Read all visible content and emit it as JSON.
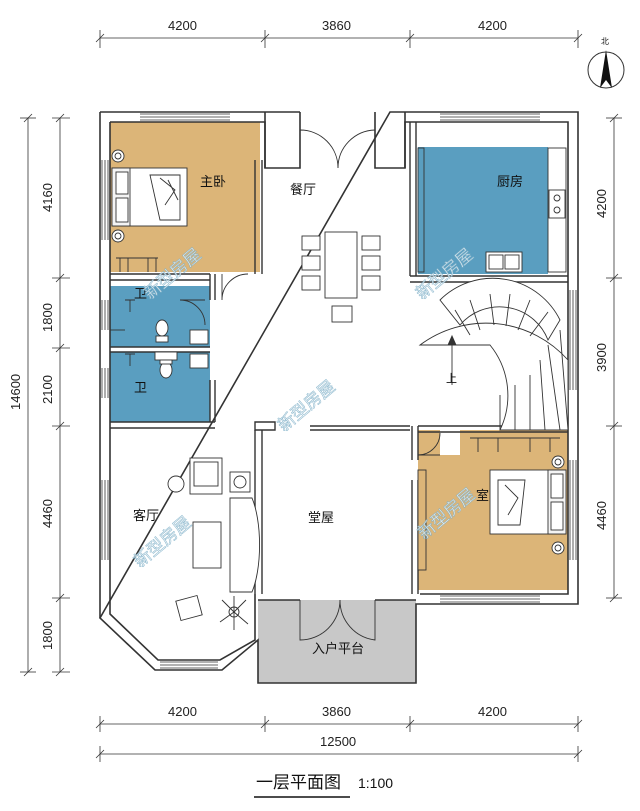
{
  "title": "一层平面图",
  "scale": "1:100",
  "north_label": "北",
  "stair_label": "上",
  "watermark": "新型房屋",
  "dimensions": {
    "top": [
      "4200",
      "3860",
      "4200"
    ],
    "bottom": [
      "4200",
      "3860",
      "4200"
    ],
    "bottom_total": "12500",
    "left": [
      "4160",
      "1800",
      "2100",
      "4460",
      "1800"
    ],
    "left_total": "14600",
    "right": [
      "4200",
      "3900",
      "4460"
    ]
  },
  "rooms": {
    "master_bedroom": "主卧",
    "dining": "餐厅",
    "kitchen": "厨房",
    "bath_upper": "卫",
    "bath_lower": "卫",
    "living": "客厅",
    "hall": "堂屋",
    "bedroom": "室",
    "entry_platform": "入户平台"
  },
  "colors": {
    "bedroom_fill": "#dcb578",
    "kitchen_fill": "#5a9ec0",
    "bath_fill": "#5a9ec0",
    "platform_fill": "#c8c8c8",
    "wall": "#333333"
  }
}
